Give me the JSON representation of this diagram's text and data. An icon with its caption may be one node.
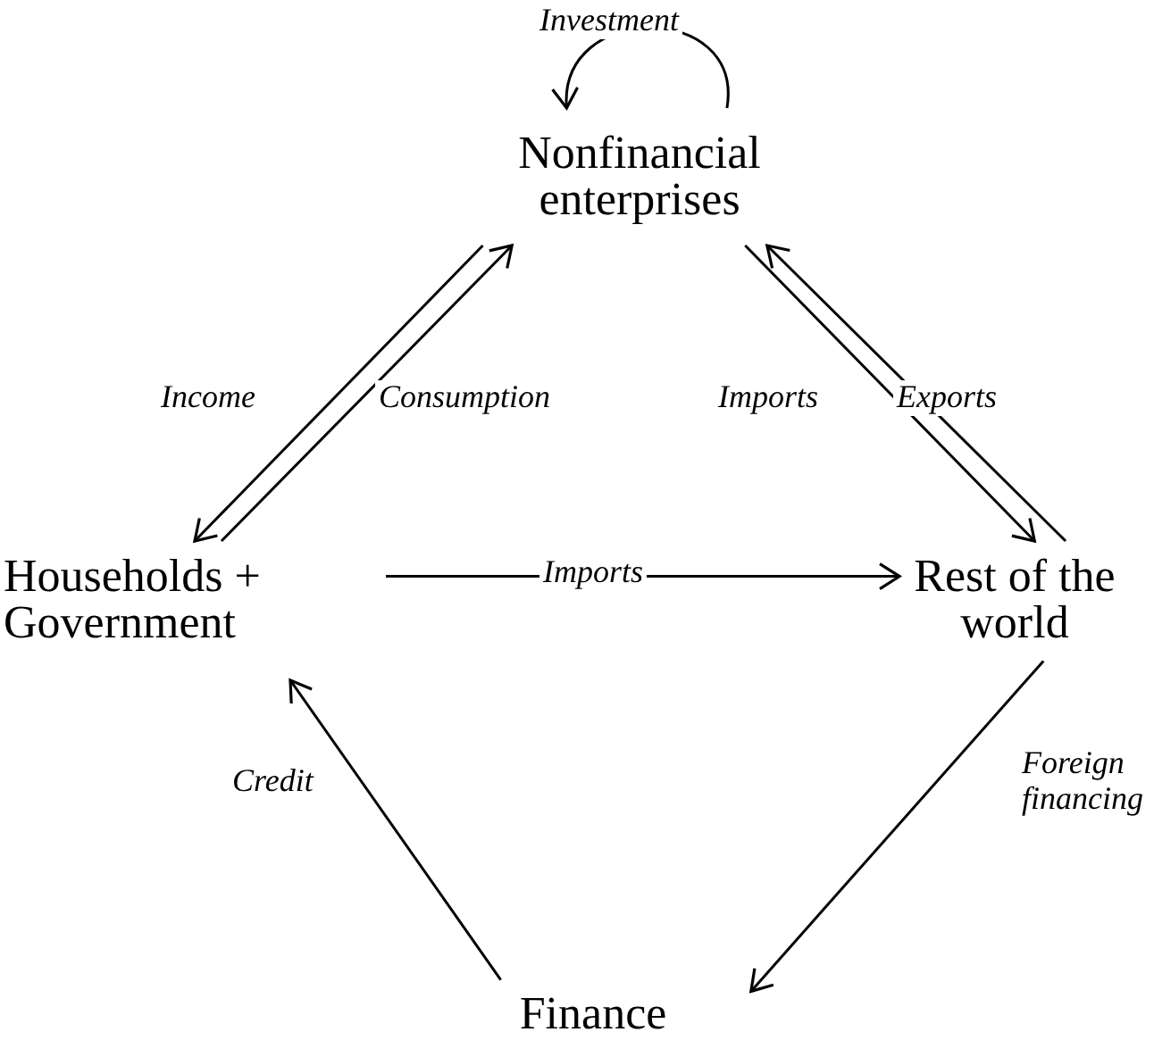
{
  "diagram": {
    "nodes": [
      {
        "text": [
          "Nonfinancial enterprises"
        ]
      },
      {
        "text": [
          "Households + Government"
        ]
      },
      {
        "text": [
          "Rest of the world"
        ]
      },
      {
        "text": [
          "Finance"
        ]
      }
    ],
    "edges": [
      {
        "from": 0,
        "to": 0,
        "arrow": "to",
        "label": "Investment"
      },
      {
        "from": 0,
        "to": 1,
        "arrow": "to",
        "label": "Income"
      },
      {
        "from": 1,
        "to": 0,
        "arrow": "to",
        "label": "Consumption"
      },
      {
        "from": 0,
        "to": 2,
        "arrow": "to",
        "label": "Imports"
      },
      {
        "from": 2,
        "to": 0,
        "arrow": "to",
        "label": "Exports"
      },
      {
        "from": 1,
        "to": 2,
        "arrow": "to",
        "label": "Imports"
      },
      {
        "from": 2,
        "to": 3,
        "arrow": "to",
        "label": "Foreign financing"
      },
      {
        "from": 3,
        "to": 1,
        "arrow": "to",
        "label": "Credit"
      }
    ]
  }
}
